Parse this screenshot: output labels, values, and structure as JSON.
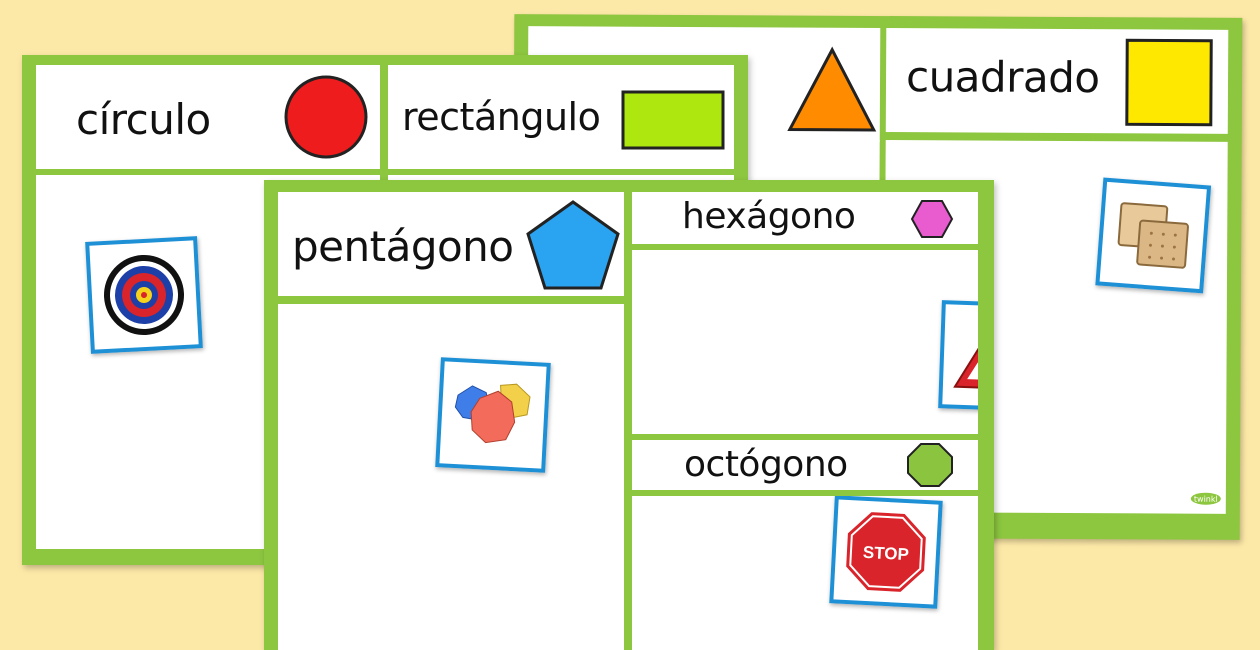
{
  "background_color": "#fde9a7",
  "accent_color": "#8dc63f",
  "card_border_color": "#1e90d6",
  "sheets": {
    "left": {
      "cells": [
        {
          "label": "círculo",
          "shape": "circle",
          "color": "#ee1c1c"
        },
        {
          "label": "rectángulo",
          "shape": "rectangle",
          "color": "#aee60f"
        }
      ],
      "pictures": [
        {
          "icon": "target-icon"
        }
      ]
    },
    "right": {
      "cells": [
        {
          "label": "",
          "shape": "triangle",
          "color": "#ff8c00"
        },
        {
          "label": "cuadrado",
          "shape": "square",
          "color": "#ffe800"
        }
      ],
      "pictures": [
        {
          "icon": "crackers-icon"
        }
      ],
      "logo_icon": "twinkl-logo-icon"
    },
    "front": {
      "cells": [
        {
          "label": "pentágono",
          "shape": "pentagon",
          "color": "#2aa3f0"
        },
        {
          "label": "hexágono",
          "shape": "hexagon",
          "color": "#e85ccf"
        },
        {
          "label": "octógono",
          "shape": "octagon",
          "color": "#8bc53f"
        }
      ],
      "pictures": [
        {
          "icon": "map-pieces-icon"
        },
        {
          "icon": "road-sign-icon"
        },
        {
          "icon": "stop-sign-icon",
          "text": "STOP"
        }
      ]
    }
  }
}
